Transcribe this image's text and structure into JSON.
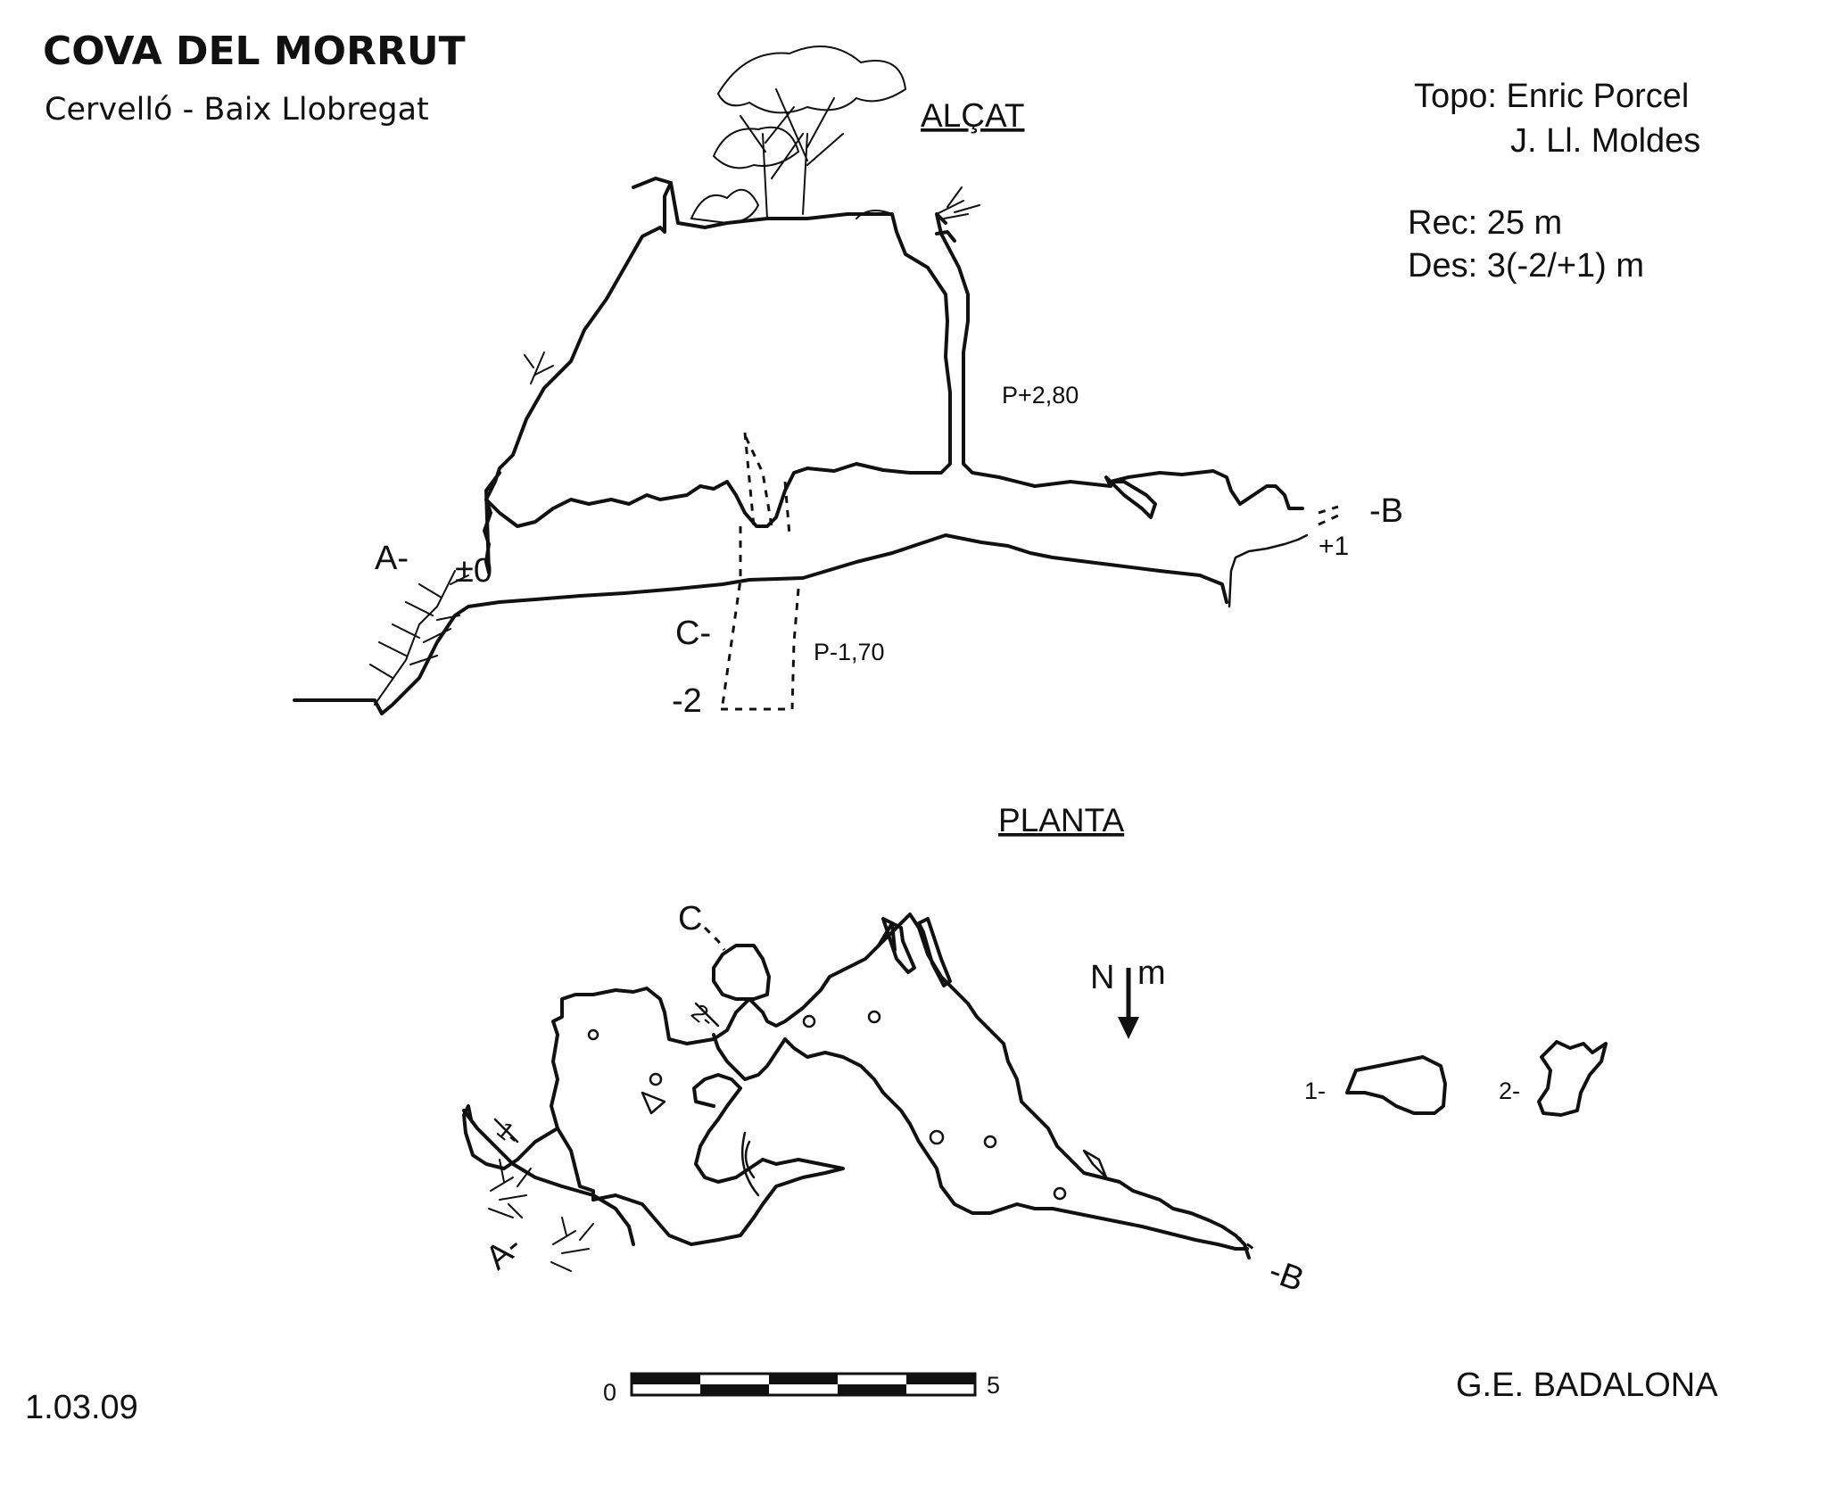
{
  "header": {
    "title": "COVA DEL MORRUT",
    "location": "Cervelló  - Baix Llobregat"
  },
  "credits": {
    "topo_line1": "Topo: Enric Porcel",
    "topo_line2": "J. Ll. Moldes",
    "rec": "Rec: 25 m",
    "des": "Des: 3(-2/+1) m"
  },
  "alcat": {
    "heading": "ALÇAT",
    "label_a": "A-",
    "label_zero": "±0",
    "label_b": "-B",
    "label_plus1": "+1",
    "label_c": "C-",
    "label_minus2": "-2",
    "pit_up": "P+2,80",
    "pit_down": "P-1,70"
  },
  "planta": {
    "heading": "PLANTA",
    "label_c": "C",
    "label_a": "A-",
    "label_b": "-B",
    "section1": "1-",
    "section2": "2-",
    "mark1": "1-",
    "mark2": "2-",
    "north": "N",
    "north_m": "m"
  },
  "footer": {
    "date": "1.03.09",
    "scale_start": "0",
    "scale_end": "5",
    "group": "G.E. BADALONA"
  },
  "colors": {
    "ink": "#111111",
    "paper": "#ffffff"
  }
}
